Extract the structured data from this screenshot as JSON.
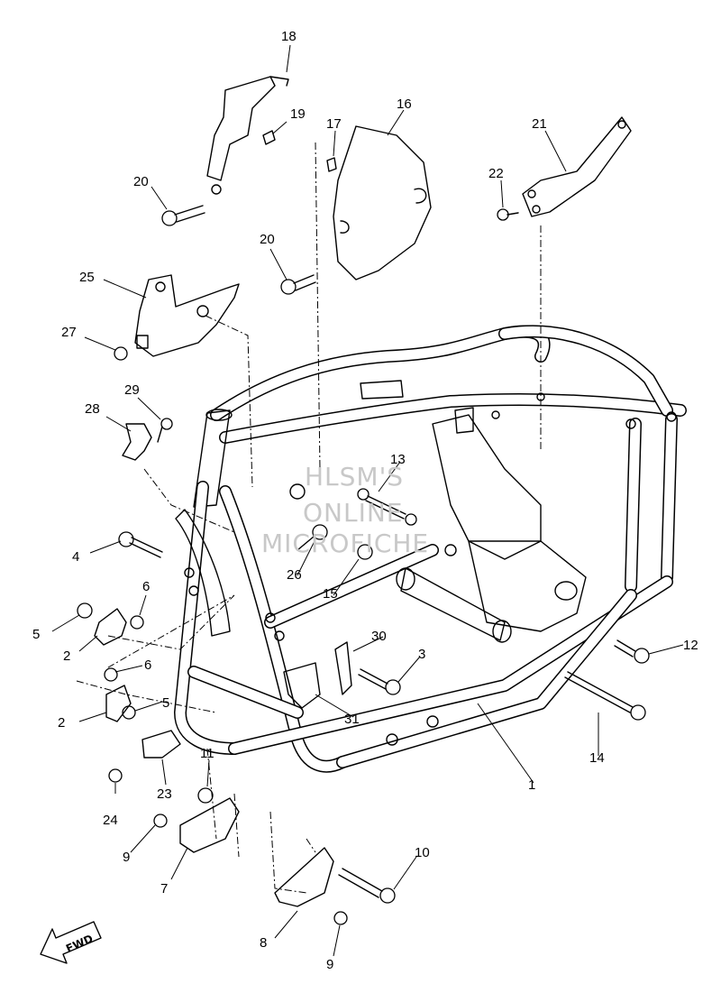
{
  "watermark": {
    "line1": "HLSM'S",
    "line2": "ONLINE",
    "line3": "MICROFICHE"
  },
  "fwd_label": "FWD",
  "callouts": [
    {
      "id": "c1",
      "label": "1"
    },
    {
      "id": "c2a",
      "label": "2"
    },
    {
      "id": "c2b",
      "label": "2"
    },
    {
      "id": "c3",
      "label": "3"
    },
    {
      "id": "c4",
      "label": "4"
    },
    {
      "id": "c5a",
      "label": "5"
    },
    {
      "id": "c5b",
      "label": "5"
    },
    {
      "id": "c6a",
      "label": "6"
    },
    {
      "id": "c6b",
      "label": "6"
    },
    {
      "id": "c7",
      "label": "7"
    },
    {
      "id": "c8",
      "label": "8"
    },
    {
      "id": "c9a",
      "label": "9"
    },
    {
      "id": "c9b",
      "label": "9"
    },
    {
      "id": "c10",
      "label": "10"
    },
    {
      "id": "c11",
      "label": "11"
    },
    {
      "id": "c12",
      "label": "12"
    },
    {
      "id": "c13",
      "label": "13"
    },
    {
      "id": "c14",
      "label": "14"
    },
    {
      "id": "c15",
      "label": "15"
    },
    {
      "id": "c16",
      "label": "16"
    },
    {
      "id": "c17",
      "label": "17"
    },
    {
      "id": "c18",
      "label": "18"
    },
    {
      "id": "c19",
      "label": "19"
    },
    {
      "id": "c20a",
      "label": "20"
    },
    {
      "id": "c20b",
      "label": "20"
    },
    {
      "id": "c21",
      "label": "21"
    },
    {
      "id": "c22",
      "label": "22"
    },
    {
      "id": "c23",
      "label": "23"
    },
    {
      "id": "c24",
      "label": "24"
    },
    {
      "id": "c25",
      "label": "25"
    },
    {
      "id": "c26",
      "label": "26"
    },
    {
      "id": "c27",
      "label": "27"
    },
    {
      "id": "c28",
      "label": "28"
    },
    {
      "id": "c29",
      "label": "29"
    },
    {
      "id": "c30",
      "label": "30"
    },
    {
      "id": "c31",
      "label": "31"
    }
  ]
}
